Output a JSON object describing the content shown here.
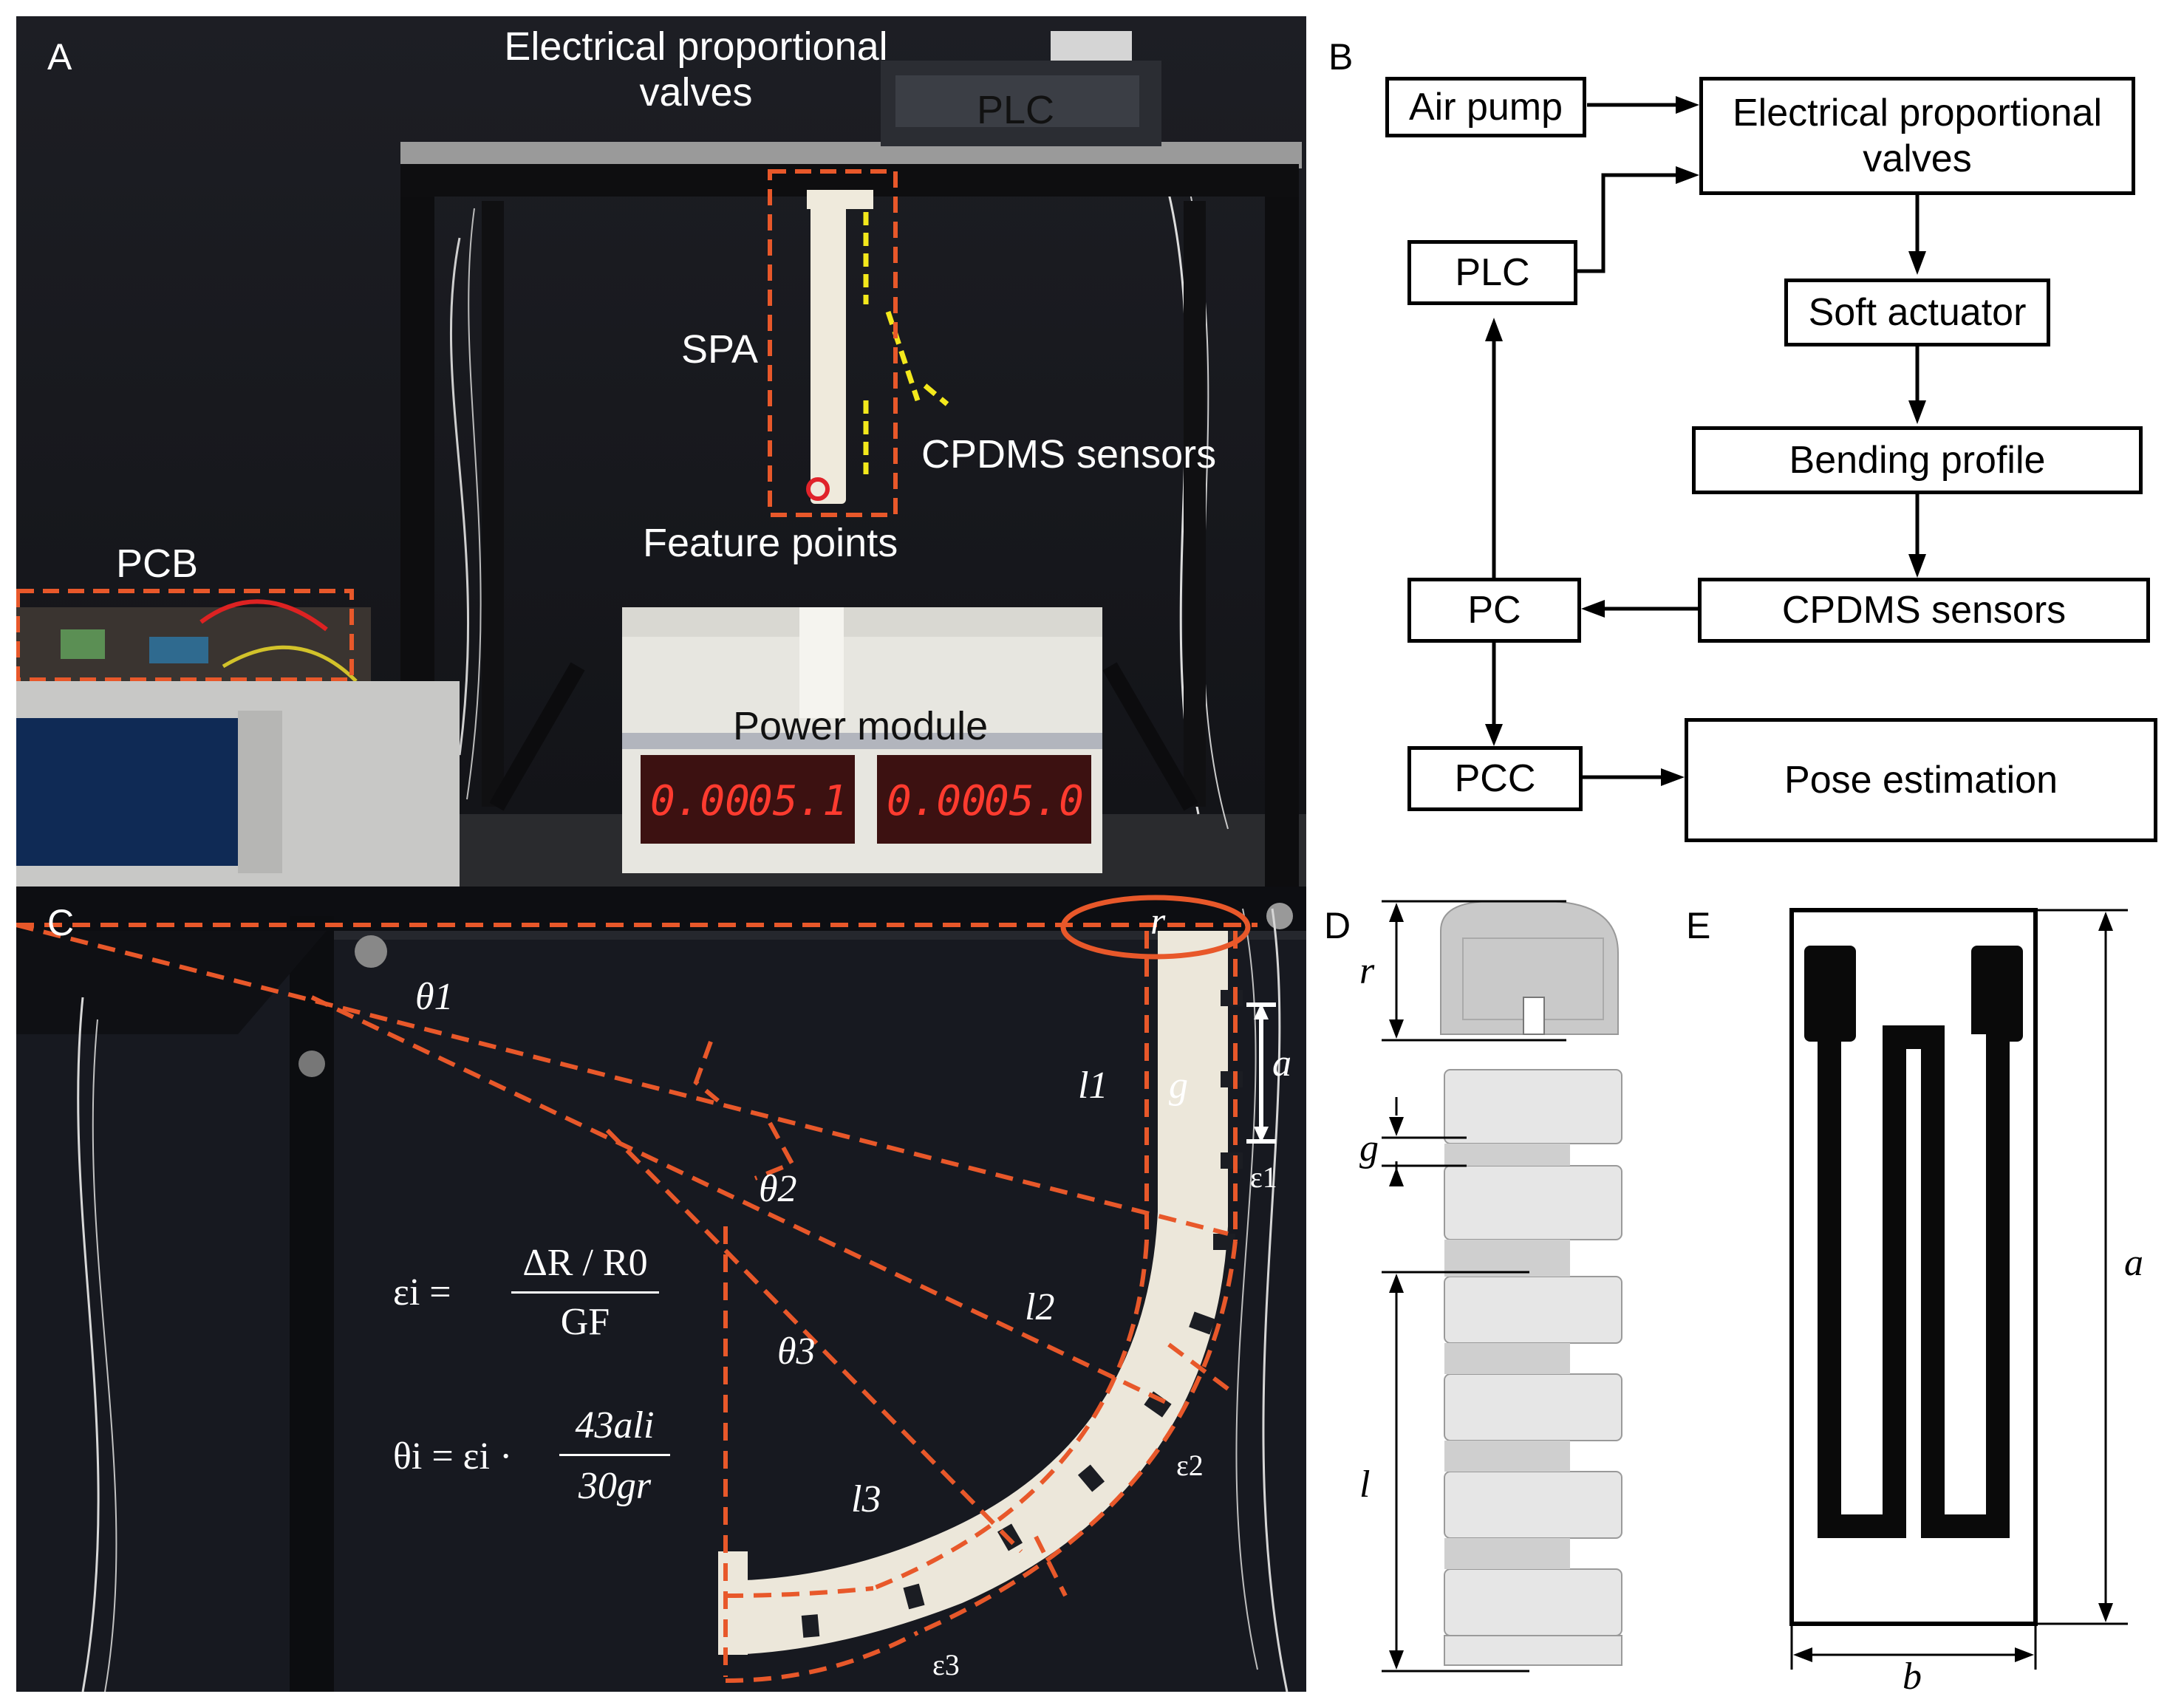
{
  "panels": {
    "a": {
      "letter": "A",
      "labels": {
        "valves": "Electrical proportional\nvalves",
        "plc": "PLC",
        "spa": "SPA",
        "sensors": "CPDMS sensors",
        "feature_points": "Feature points",
        "pcb": "PCB",
        "power": "Power module"
      },
      "display": {
        "left_current": "0.00",
        "left_voltage": "05.1",
        "right_current": "0.00",
        "right_voltage": "05.0"
      }
    },
    "b": {
      "letter": "B",
      "boxes": {
        "air_pump": "Air pump",
        "valves": "Electrical proportional valves",
        "plc": "PLC",
        "soft_actuator": "Soft actuator",
        "bending": "Bending profile",
        "pc": "PC",
        "cpdms": "CPDMS sensors",
        "pcc": "PCC",
        "pose": "Pose estimation"
      }
    },
    "c": {
      "letter": "C",
      "symbols": {
        "r": "r",
        "theta1": "θ1",
        "theta2": "θ2",
        "theta3": "θ3",
        "l1": "l1",
        "l2": "l2",
        "l3": "l3",
        "g": "g",
        "a": "a",
        "e1": "ε1",
        "e2": "ε2",
        "e3": "ε3"
      },
      "eq1": {
        "lhs": "εi =",
        "num": "ΔR / R0",
        "den": "GF"
      },
      "eq2": {
        "lhs": "θi = εi ·",
        "num": "43ali",
        "den": "30gr"
      }
    },
    "d": {
      "letter": "D",
      "symbols": {
        "r": "r",
        "g": "g",
        "l": "l"
      }
    },
    "e": {
      "letter": "E",
      "symbols": {
        "a": "a",
        "b": "b"
      }
    }
  },
  "colors": {
    "annotation_orange": "#e8582a",
    "sensor_yellow": "#f3e81c",
    "photo_dark": "#1b1c22"
  }
}
